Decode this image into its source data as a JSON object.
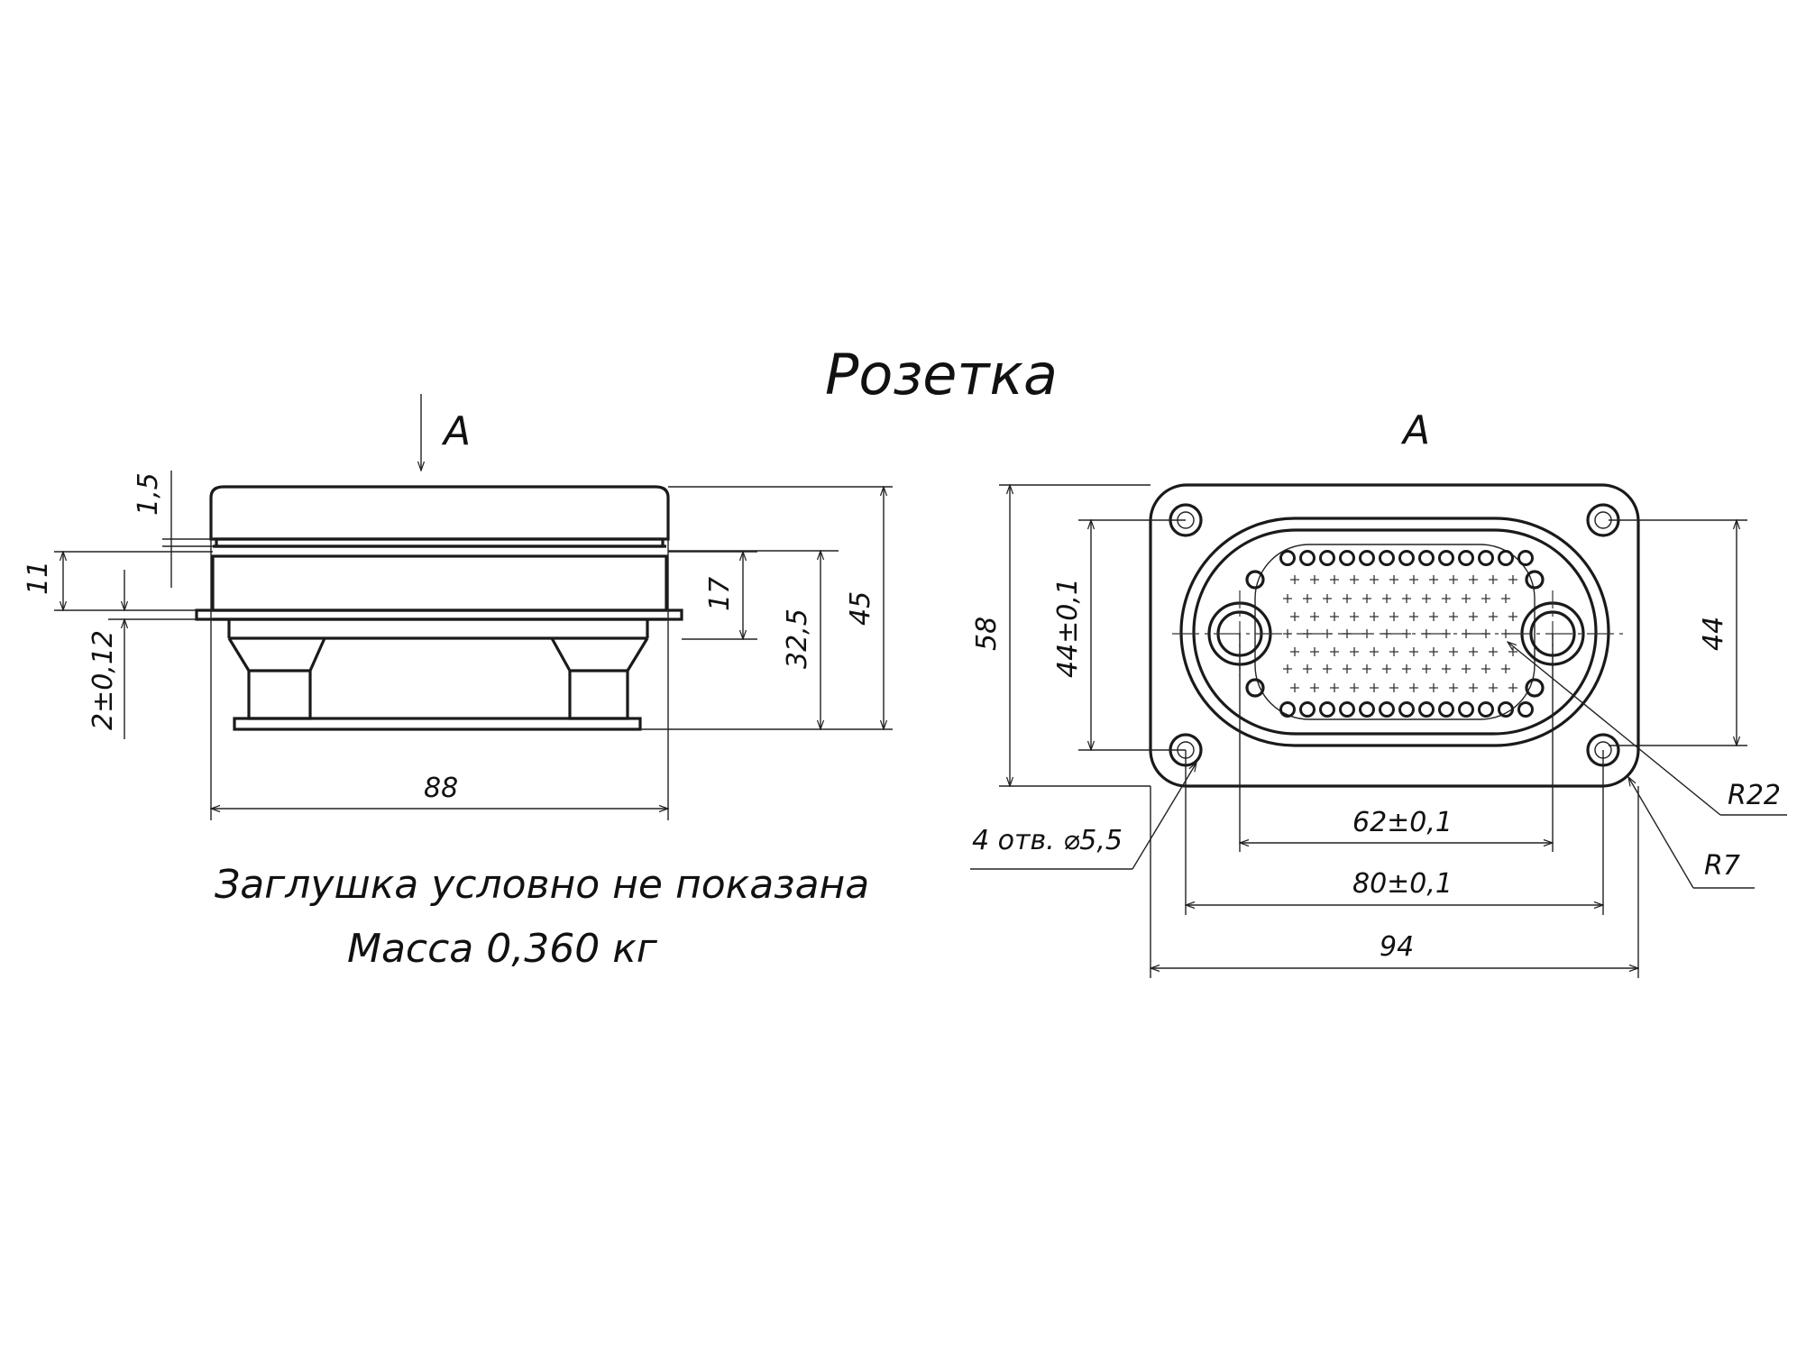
{
  "title": "Розетка",
  "view_label": "А",
  "section_label": "А",
  "notes": {
    "line1": "Заглушка условно не показана",
    "line2": "Масса 0,360 кг"
  },
  "side_view": {
    "dims": {
      "d1_5": "1,5",
      "d11": "11",
      "d2": "2±0,12",
      "d17": "17",
      "d32_5": "32,5",
      "d45": "45",
      "d88": "88"
    }
  },
  "front_view": {
    "dims": {
      "d58": "58",
      "d44_01": "44±0,1",
      "d44": "44",
      "d62": "62±0,1",
      "d80": "80±0,1",
      "d94": "94",
      "r22": "R22",
      "r7": "R7",
      "holes": "4 отв. ⌀5,5"
    }
  }
}
